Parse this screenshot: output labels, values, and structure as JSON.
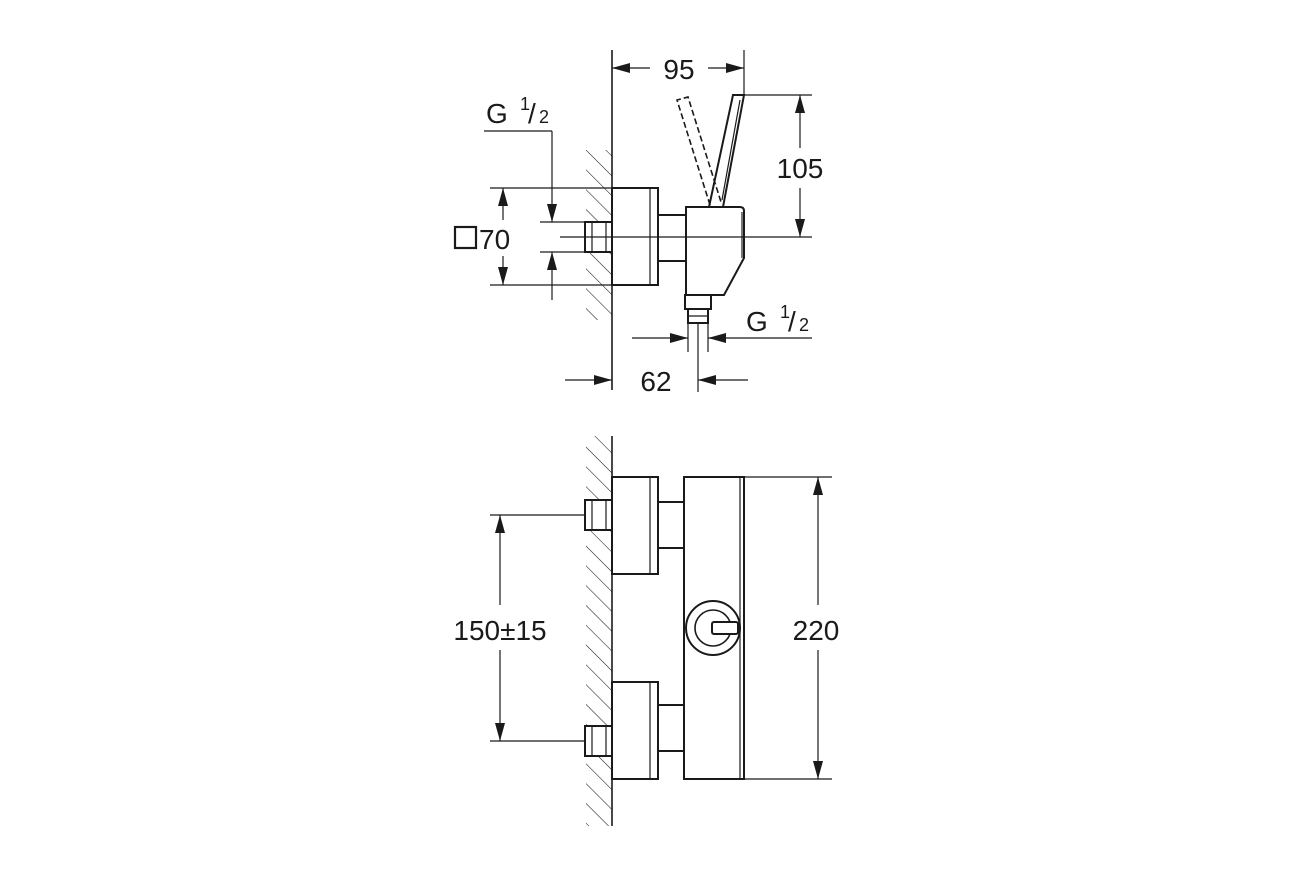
{
  "side_view": {
    "dim_width_top": "95",
    "dim_lever_height": "105",
    "dim_flange_square": "70",
    "dim_depth_bottom": "62",
    "inlet_thread": {
      "letter": "G",
      "numerator": "1",
      "slash": "/",
      "denominator": "2"
    },
    "outlet_thread": {
      "letter": "G",
      "numerator": "1",
      "slash": "/",
      "denominator": "2"
    }
  },
  "front_view": {
    "dim_centers": "150±15",
    "dim_height": "220"
  },
  "icons": {
    "flange": "square-icon"
  },
  "colors": {
    "line": "#1a1a1a",
    "background": "#ffffff"
  }
}
